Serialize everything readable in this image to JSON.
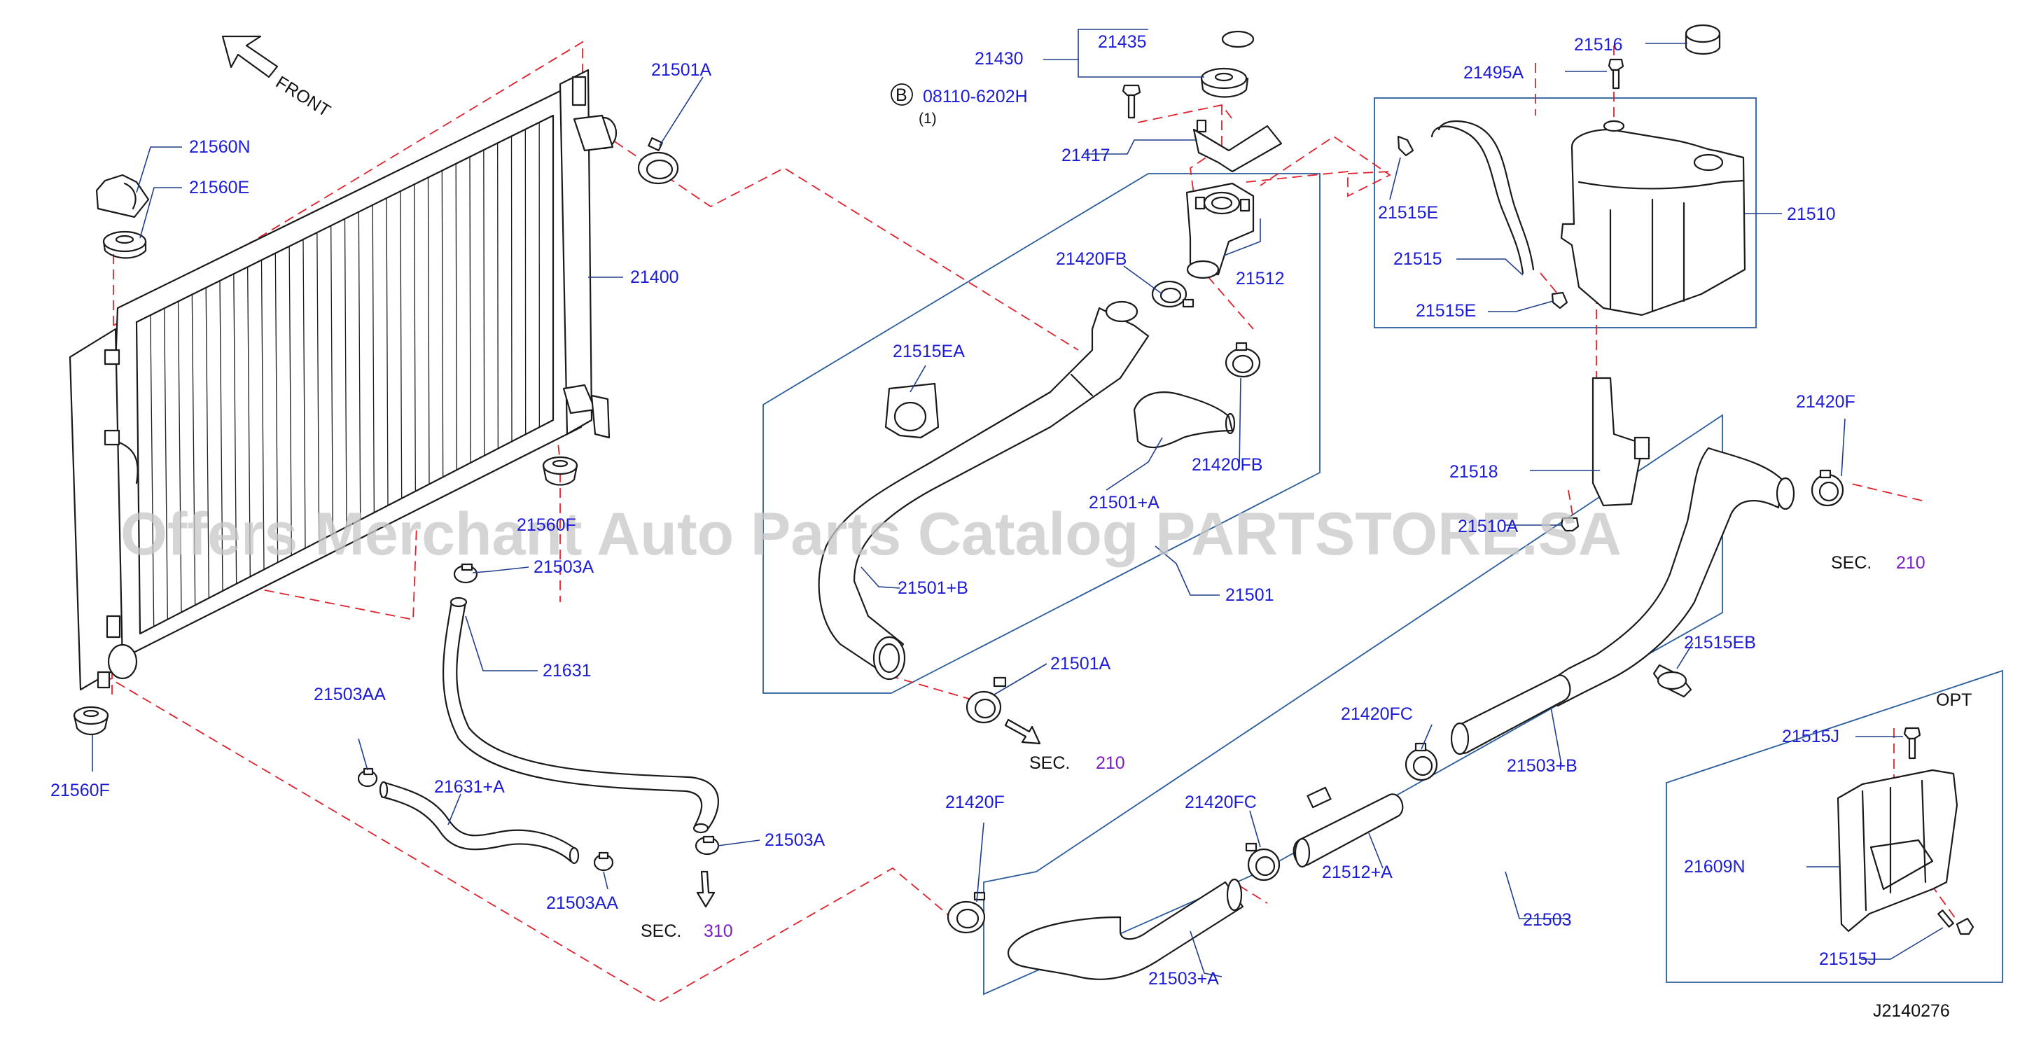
{
  "diagram": {
    "drawing_number": "J2140276",
    "watermark": "Offers Merchant Auto Parts Catalog PARTSTORE.SA",
    "front_label": "FRONT",
    "option_label": "OPT",
    "colors": {
      "label": "#1c1cd6",
      "dash": "#e0202a",
      "box": "#2a5c9c",
      "section": "#7a1fc7",
      "watermark": "#c8c8c8"
    },
    "bolt_note": {
      "circle_letter": "B",
      "part": "08110-6202H",
      "qty": "(1)"
    },
    "parts": {
      "p21400": "21400",
      "p21501A_top": "21501A",
      "p21560N": "21560N",
      "p21560E": "21560E",
      "p21560F_mid": "21560F",
      "p21503A_mid": "21503A",
      "p21631": "21631",
      "p21503AA_left": "21503AA",
      "p21631A": "21631+A",
      "p21503AA_bottom": "21503AA",
      "p21503A_bottom": "21503A",
      "p21560F_bottom": "21560F",
      "p21430": "21430",
      "p21435": "21435",
      "p21417": "21417",
      "p21420FB_top": "21420FB",
      "p21512": "21512",
      "p21515EA": "21515EA",
      "p21420FB_right": "21420FB",
      "p21501plusA": "21501+A",
      "p21501plusB": "21501+B",
      "p21501": "21501",
      "p21501A_low": "21501A",
      "p21516": "21516",
      "p21495A": "21495A",
      "p21515E_top": "21515E",
      "p21515": "21515",
      "p21515E_bottom": "21515E",
      "p21510": "21510",
      "p21518": "21518",
      "p21510A": "21510A",
      "p21420F_right": "21420F",
      "p21515EB": "21515EB",
      "p21420FC_mid": "21420FC",
      "p21503plusB": "21503+B",
      "p21420FC_left": "21420FC",
      "p21512plusA": "21512+A",
      "p21420F_left": "21420F",
      "p21503plusA": "21503+A",
      "p21503": "21503",
      "p21515J_top": "21515J",
      "p21609N": "21609N",
      "p21515J_bottom": "21515J"
    },
    "sections": [
      {
        "prefix": "SEC.",
        "number": "210"
      },
      {
        "prefix": "SEC.",
        "number": "310"
      },
      {
        "prefix": "SEC.",
        "number": "210"
      }
    ]
  }
}
